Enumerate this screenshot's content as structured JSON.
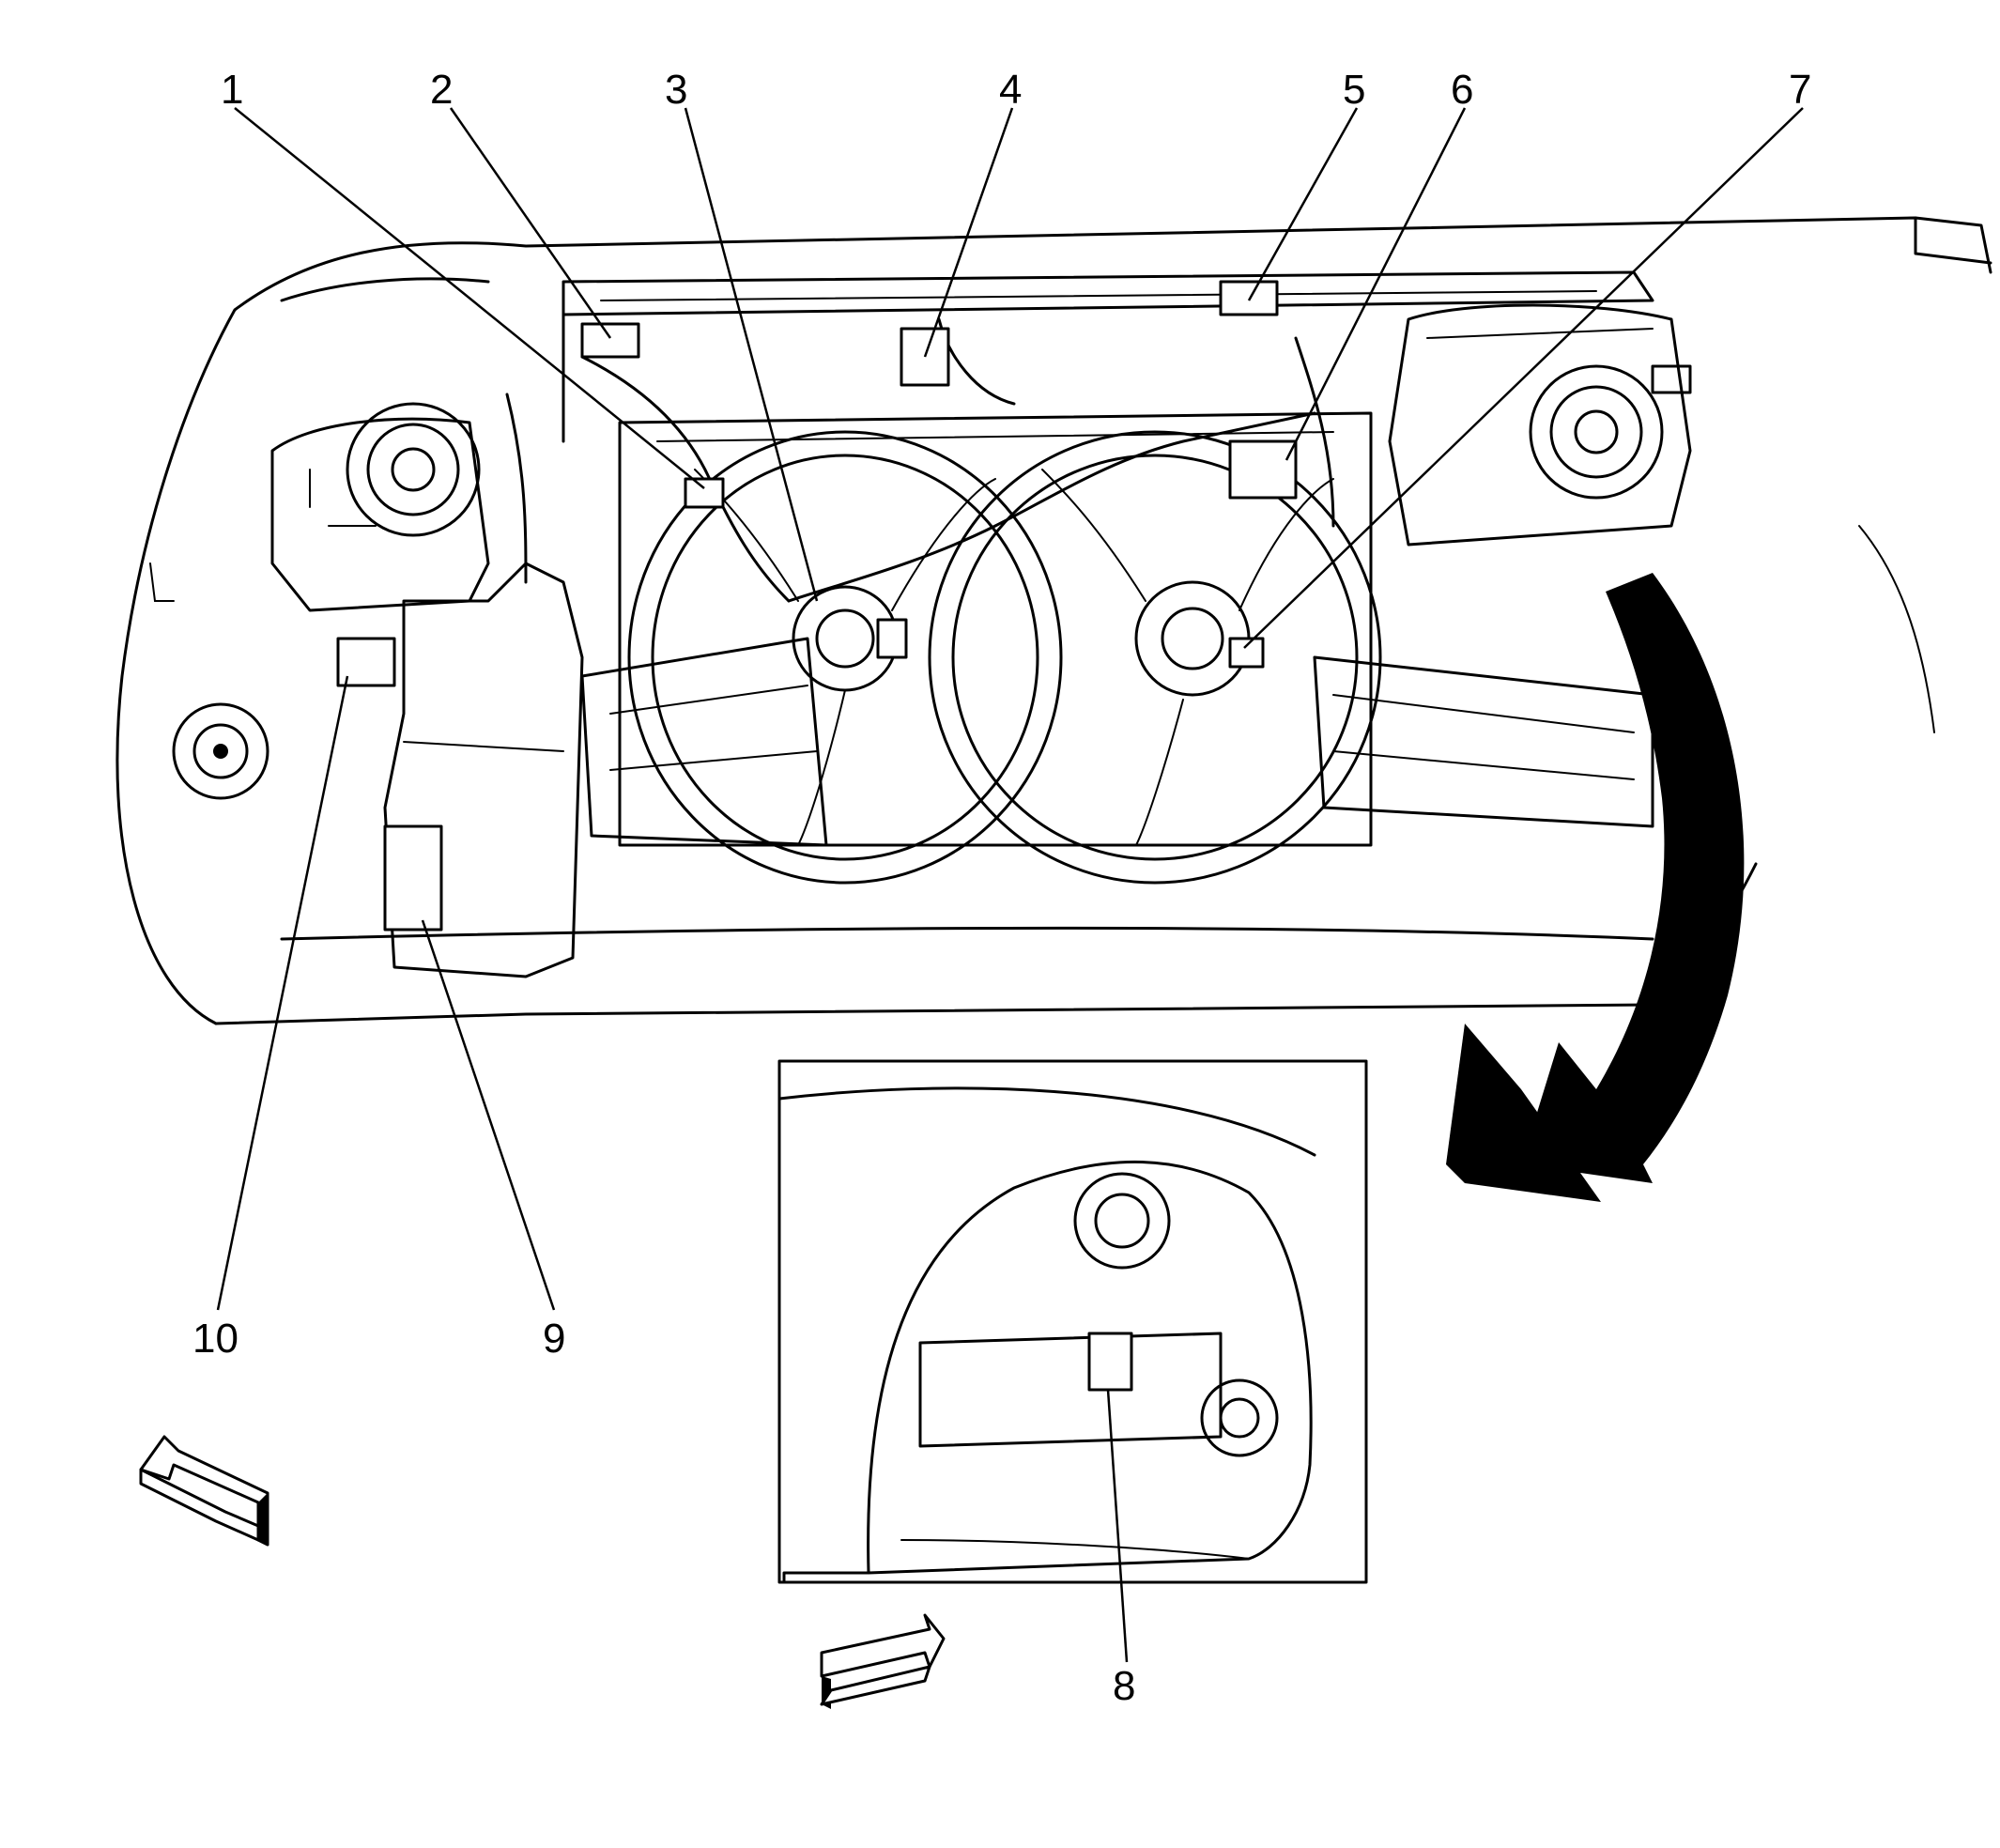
{
  "callouts": [
    {
      "id": "1",
      "label": "1"
    },
    {
      "id": "2",
      "label": "2"
    },
    {
      "id": "3",
      "label": "3"
    },
    {
      "id": "4",
      "label": "4"
    },
    {
      "id": "5",
      "label": "5"
    },
    {
      "id": "6",
      "label": "6"
    },
    {
      "id": "7",
      "label": "7"
    },
    {
      "id": "8",
      "label": "8"
    },
    {
      "id": "9",
      "label": "9"
    },
    {
      "id": "10",
      "label": "10"
    }
  ],
  "colors": {
    "line": "#000000",
    "background": "#ffffff"
  },
  "icons": [
    "forward-direction-arrow-icon",
    "view-transition-arrow-icon",
    "inset-direction-arrow-icon"
  ]
}
